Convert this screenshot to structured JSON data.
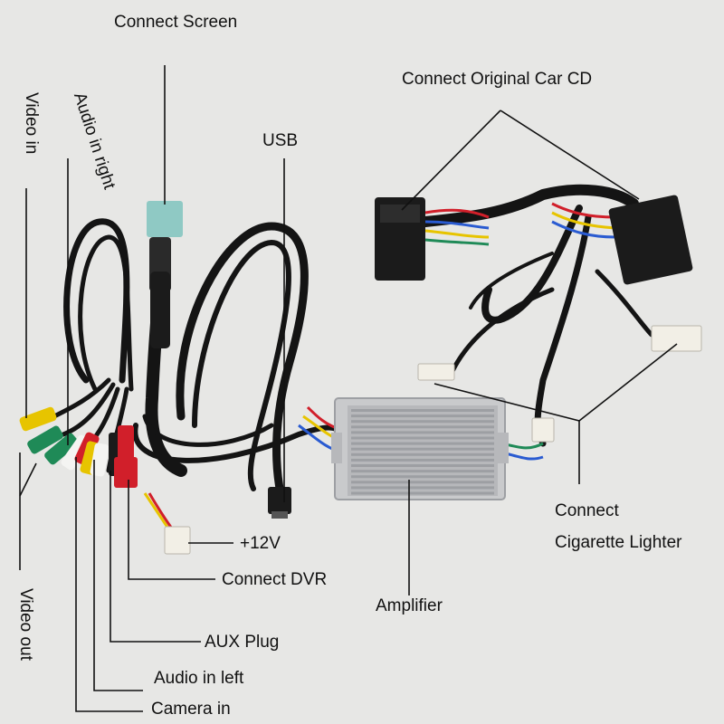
{
  "labels": {
    "connect_screen": "Connect Screen",
    "connect_original_car_cd": "Connect Original Car CD",
    "usb": "USB",
    "video_in": "Video in",
    "audio_in_right": "Audio in right",
    "plus_12v": "+12V",
    "connect_dvr": "Connect DVR",
    "amplifier": "Amplifier",
    "aux_plug": "AUX Plug",
    "audio_in_left": "Audio in left",
    "camera_in": "Camera in",
    "video_out": "Video out",
    "connect_cigarette_1": "Connect",
    "connect_cigarette_2": "Cigarette Lighter"
  },
  "colors": {
    "background": "#e7e7e5",
    "cable": "#141414",
    "amplifier_body": "#c9cacc",
    "amplifier_fins": "#9d9fa3",
    "connector_white": "#f2efe6",
    "connector_teal": "#8fc9c4",
    "connector_black": "#1b1b1b",
    "rca_yellow": "#e7c400",
    "rca_red": "#d11f2a",
    "rca_white": "#f4f4f2",
    "rca_green": "#1f8a57",
    "leader_line": "#111111"
  }
}
